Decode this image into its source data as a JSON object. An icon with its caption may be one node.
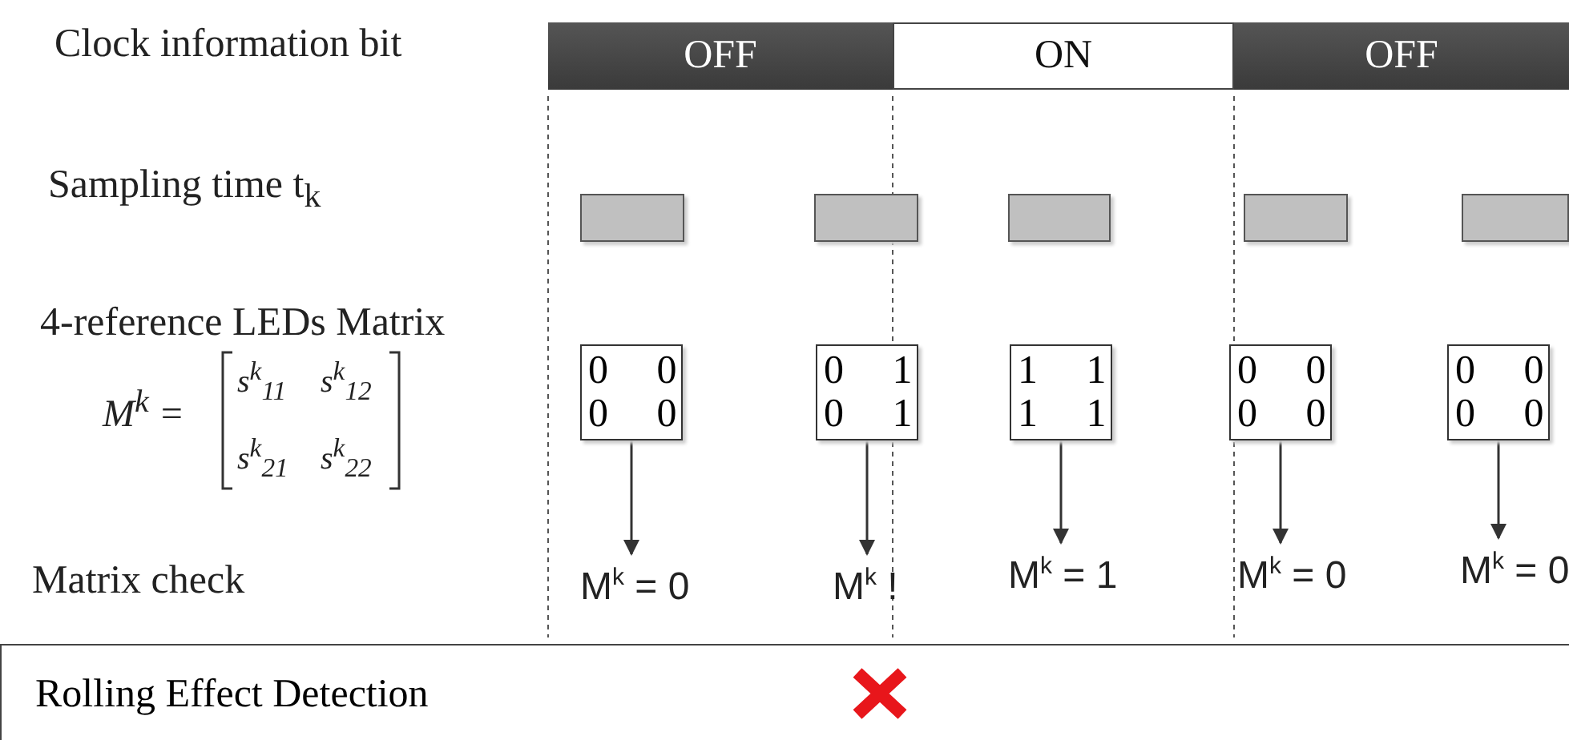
{
  "diagram": {
    "nodes": [
      {
        "text": [
          "OFF"
        ]
      },
      {
        "text": [
          "ON"
        ]
      },
      {
        "text": [
          "OFF"
        ]
      },
      {
        "text": [],
        "shape": "box"
      },
      {
        "text": [],
        "shape": "box"
      },
      {
        "text": [],
        "shape": "box"
      },
      {
        "text": [],
        "shape": "box"
      },
      {
        "text": [],
        "shape": "box"
      },
      {
        "text": [
          "0 0",
          "0 0"
        ]
      },
      {
        "text": [
          "0 1",
          "0 1"
        ]
      },
      {
        "text": [
          "1 1",
          "1 1"
        ]
      },
      {
        "text": [
          "0 0",
          "0 0"
        ]
      },
      {
        "text": [
          "0 0",
          "0 0"
        ]
      },
      {
        "text": [
          "M$^{k}$ = 0"
        ]
      },
      {
        "text": [
          "M$^{k}$ !"
        ]
      },
      {
        "text": [
          "M$^{k}$ = 1"
        ]
      },
      {
        "text": [
          "M$^{k}$ = 0"
        ]
      },
      {
        "text": [
          "M$^{k}$ = 0"
        ]
      },
      {
        "text": [
          "Rolling Effect Detection"
        ]
      }
    ],
    "edges": [
      {
        "from": 8,
        "to": 13,
        "arrow": "to"
      },
      {
        "from": 9,
        "to": 14,
        "arrow": "to"
      },
      {
        "from": 10,
        "to": 15,
        "arrow": "to"
      },
      {
        "from": 11,
        "to": 16,
        "arrow": "to"
      },
      {
        "from": 12,
        "to": 17,
        "arrow": "to"
      }
    ],
    "labels": [
      "Clock information bit",
      "Sampling time t$_{k}$",
      "4-reference LEDs Matrix",
      "M$^{k}$ =",
      "s$^{k}$$_{11}$",
      "s$^{k}$$_{12}$",
      "s$^{k}$$_{21}$",
      "s$^{k}$$_{22}$",
      "Matrix check"
    ]
  }
}
